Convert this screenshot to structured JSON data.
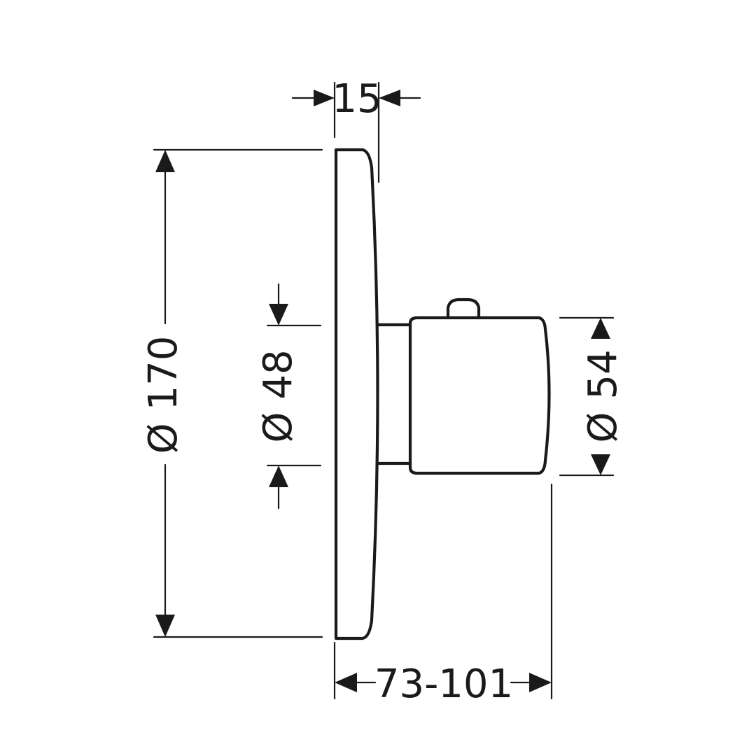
{
  "dimensions": {
    "depth_plate": "15",
    "diameter_plate": "Ø 170",
    "diameter_neck": "Ø 48",
    "diameter_knob": "Ø 54",
    "projection_range": "73-101"
  },
  "colors": {
    "line": "#1a1a1a",
    "background": "#ffffff"
  }
}
